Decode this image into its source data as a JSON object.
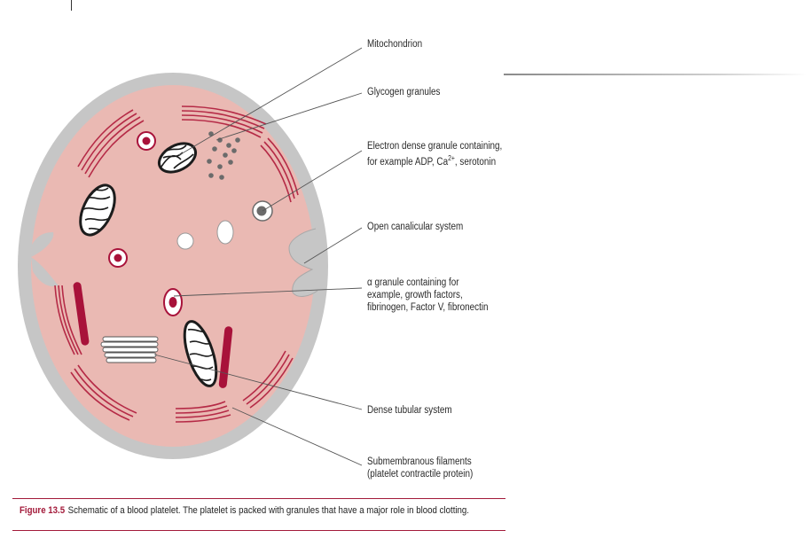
{
  "labels": {
    "mitochondrion": "Mitochondrion",
    "glycogen": "Glycogen granules",
    "electron_dense": [
      "Electron dense granule containing,",
      "for example ADP, Ca",
      "2+",
      ", serotonin"
    ],
    "ocs": "Open canalicular system",
    "alpha_granule": [
      "α granule containing for",
      "example, growth factors,",
      "fibrinogen, Factor V, fibronectin"
    ],
    "dts": "Dense tubular system",
    "submembranous": [
      "Submembranous filaments",
      "(platelet contractile protein)"
    ]
  },
  "caption": {
    "figure": "Figure 13.5",
    "text": "Schematic of a blood platelet. The platelet is packed with granules that have a major role in blood clotting."
  },
  "colors": {
    "cytoplasm": "#eab9b3",
    "membrane": "#c6c6c6",
    "crimson": "#a8123a",
    "filament": "#b52a46",
    "accent": "#a31a3a"
  }
}
